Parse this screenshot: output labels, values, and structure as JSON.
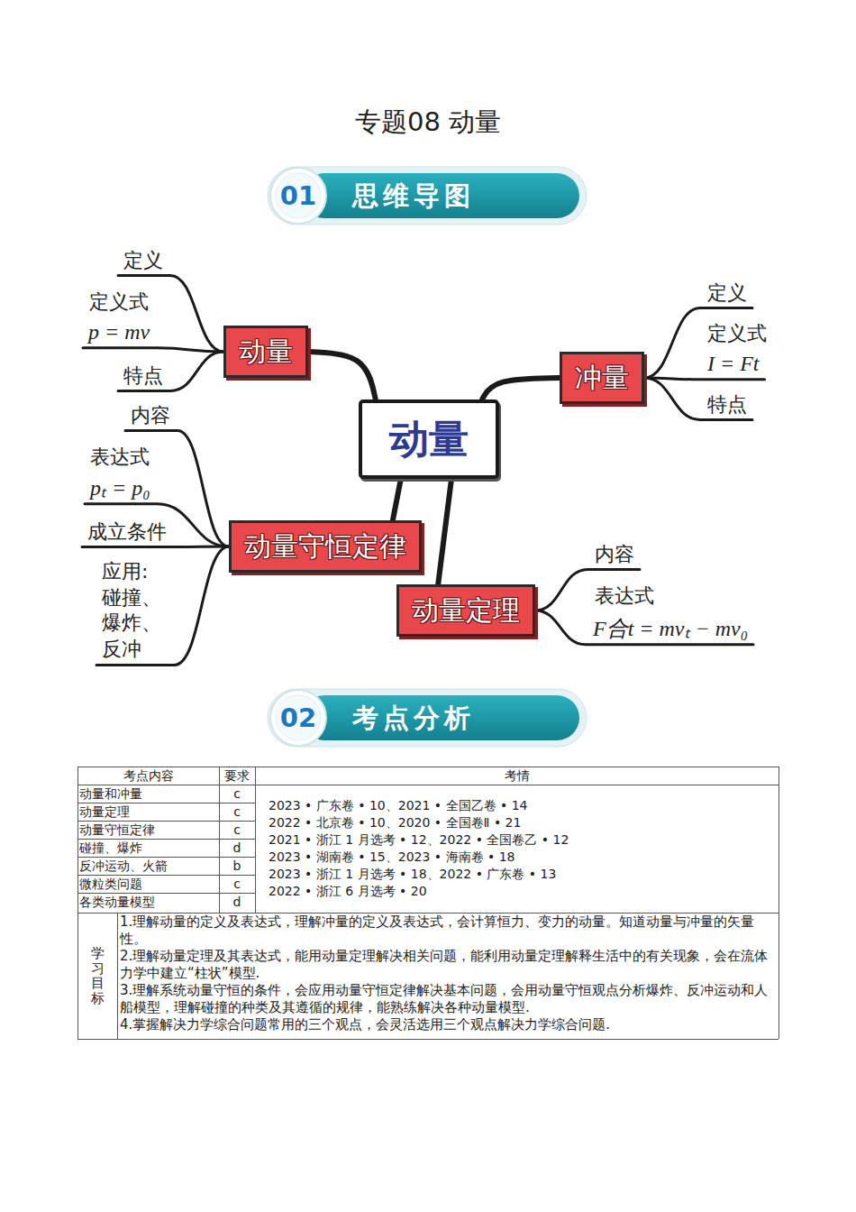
{
  "diagram": {
    "title": "专题08 动量",
    "nodes": [
      {
        "text": [
          "01",
          "思维导图"
        ]
      },
      {
        "text": [
          "动量"
        ]
      },
      {
        "text": [
          "动量"
        ]
      },
      {
        "text": [
          "冲量"
        ]
      },
      {
        "text": [
          "动量守恒定律"
        ]
      },
      {
        "text": [
          "动量定理"
        ]
      },
      {
        "text": [
          "02",
          "考点分析"
        ]
      }
    ],
    "edges": [
      {
        "from": 1,
        "to": 2,
        "arrow": "none"
      },
      {
        "from": 1,
        "to": 3,
        "arrow": "none"
      },
      {
        "from": 1,
        "to": 4,
        "arrow": "none"
      },
      {
        "from": 1,
        "to": 5,
        "arrow": "none"
      }
    ],
    "labels": [
      "定义",
      "定义式",
      "p = mv",
      "特点",
      "定义",
      "定义式",
      "I = Ft",
      "特点",
      "内容",
      "表达式",
      "pₜ = p₀",
      "成立条件",
      "应用: 碰撞、 爆炸、 反冲",
      "内容",
      "表达式",
      "F合t = mvₜ − mv₀",
      "考点内容",
      "要求",
      "考情",
      "动量和冲量",
      "c",
      "动量定理",
      "c",
      "动量守恒定律",
      "c",
      "碰撞、爆炸",
      "d",
      "反冲运动、火箭",
      "b",
      "微粒类问题",
      "c",
      "各类动量模型",
      "d",
      "2023 • 广东卷 • 10、2021 • 全国乙卷 • 14",
      "2022 • 北京卷 • 10、2020 • 全国卷Ⅱ • 21",
      "2021 • 浙江 1 月选考 • 12、2022 • 全国卷乙 • 12",
      "2023 • 湖南卷 • 15、2023 • 海南卷 • 18",
      "2023 • 浙江 1 月选考 • 18、2022 • 广东卷 • 13",
      "2022 • 浙江 6 月选考 • 20",
      "学习目标",
      "1.理解动量的定义及表达式，理解冲量的定义及表达式，会计算恒力、变力的动量。知道动量与冲量的矢量性。",
      "2.理解动量定理及其表达式，能用动量定理解决相关问题，能利用动量定理解释生活中的有关现象，会在流体力学中建立“柱状”模型.",
      "3.理解系统动量守恒的条件，会应用动量守恒定律解决基本问题，会用动量守恒观点分析爆炸、反冲运动和人船模型，理解碰撞的种类及其遵循的规律，能熟练解决各种动量模型.",
      "4.掌握解决力学综合问题常用的三个观点，会灵活选用三个观点解决力学综合问题."
    ]
  }
}
